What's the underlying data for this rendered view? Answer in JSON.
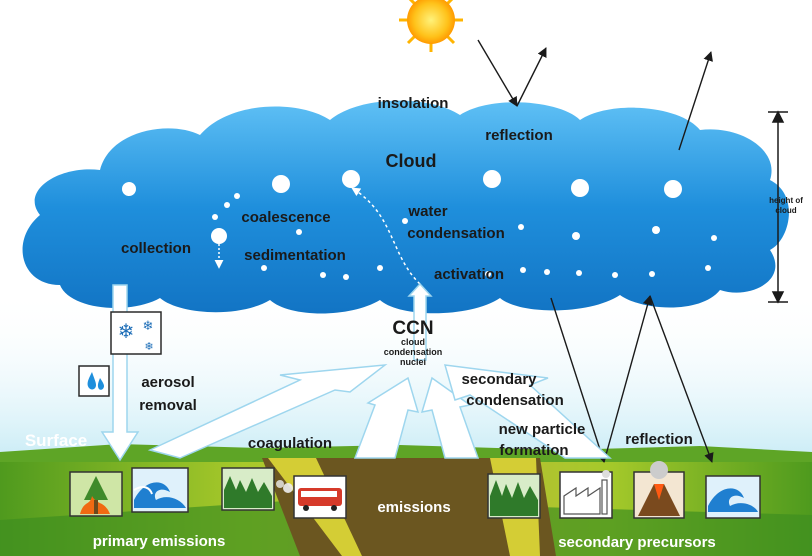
{
  "labels": {
    "insolation": "insolation",
    "reflection_top": "reflection",
    "cloud": "Cloud",
    "coalescence": "coalescence",
    "water": "water",
    "condensation": "condensation",
    "collection": "collection",
    "sedimentation": "sedimentation",
    "activation": "activation",
    "height_line1": "height of",
    "height_line2": "cloud",
    "ccn": "CCN",
    "ccn_sub1": "cloud",
    "ccn_sub2": "condensation",
    "ccn_sub3": "nuclei",
    "aerosol": "aerosol",
    "removal": "removal",
    "secondary": "secondary",
    "sec_condensation": "condensation",
    "surface": "Surface",
    "coagulation": "coagulation",
    "new_particle": "new particle",
    "formation": "formation",
    "reflection_bottom": "reflection",
    "emissions": "emissions",
    "primary_emissions": "primary emissions",
    "secondary_precursors": "secondary precursors"
  },
  "icons": {
    "snowflake": "snowflake-icon",
    "water_drop": "water-drop-icon",
    "forest_fire": "forest-fire-icon",
    "ocean_wave": "ocean-wave-icon",
    "forest": "forest-icon",
    "bus": "bus-icon",
    "factory": "factory-icon",
    "volcano": "volcano-icon",
    "sun": "sun-icon"
  },
  "colors": {
    "cloud": "#1e8ad8",
    "sky": "#e8f6fb",
    "ground": "#6a5a1e",
    "grass": "#7ab82a",
    "arrow": "#ffffff",
    "text": "#1a1a1a"
  }
}
